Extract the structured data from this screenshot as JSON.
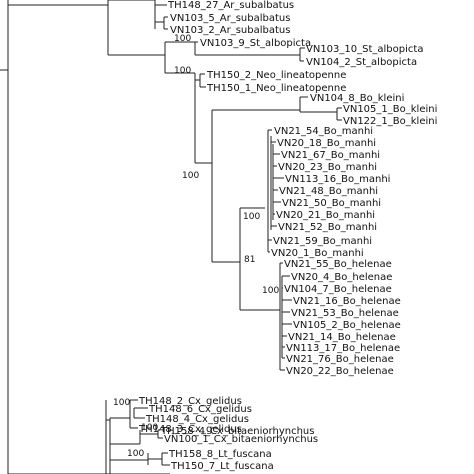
{
  "tips": [
    "TH148_27_Ar_subalbatus",
    "VN103_5_Ar_subalbatus",
    "VN103_2_Ar_subalbatus",
    "VN103_9_St_albopicta",
    "VN103_10_St_albopicta",
    "VN104_2_St_albopicta",
    "TH150_2_Neo_lineatopenne",
    "TH150_1_Neo_lineatopenne",
    "VN104_8_Bo_kleini",
    "VN105_1_Bo_kleini",
    "VN122_1_Bo_kleini",
    "VN21_54_Bo_manhi",
    "VN20_18_Bo_manhi",
    "VN21_67_Bo_manhi",
    "VN20_23_Bo_manhi",
    "VN113_16_Bo_manhi",
    "VN21_48_Bo_manhi",
    "VN21_50_Bo_manhi",
    "VN20_21_Bo_manhi",
    "VN21_52_Bo_manhi",
    "VN21_59_Bo_manhi",
    "VN20_1_Bo_manhi",
    "VN21_55_Bo_helenae",
    "VN20_4_Bo_helenae",
    "VN104_7_Bo_helenae",
    "VN21_16_Bo_helenae",
    "VN21_53_Bo_helenae",
    "VN105_2_Bo_helenae",
    "VN21_14_Bo_helenae",
    "VN113_17_Bo_helenae",
    "VN21_76_Bo_helenae",
    "VN20_22_Bo_helenae",
    "TH148_2_Cx_gelidus",
    "TH148_6_Cx_gelidus",
    "TH148_4_Cx_gelidus",
    "TH148_3_Cx_gelidus",
    "TH158_4_Cx_bitaeniorhynchus",
    "VN100_1_Cx_bitaeniorhynchus",
    "TH158_8_Lt_fuscana",
    "TH150_7_Lt_fuscana"
  ],
  "support_values": [
    "100",
    "100",
    "100",
    "100",
    "100",
    "81",
    "100",
    "100",
    "100"
  ]
}
